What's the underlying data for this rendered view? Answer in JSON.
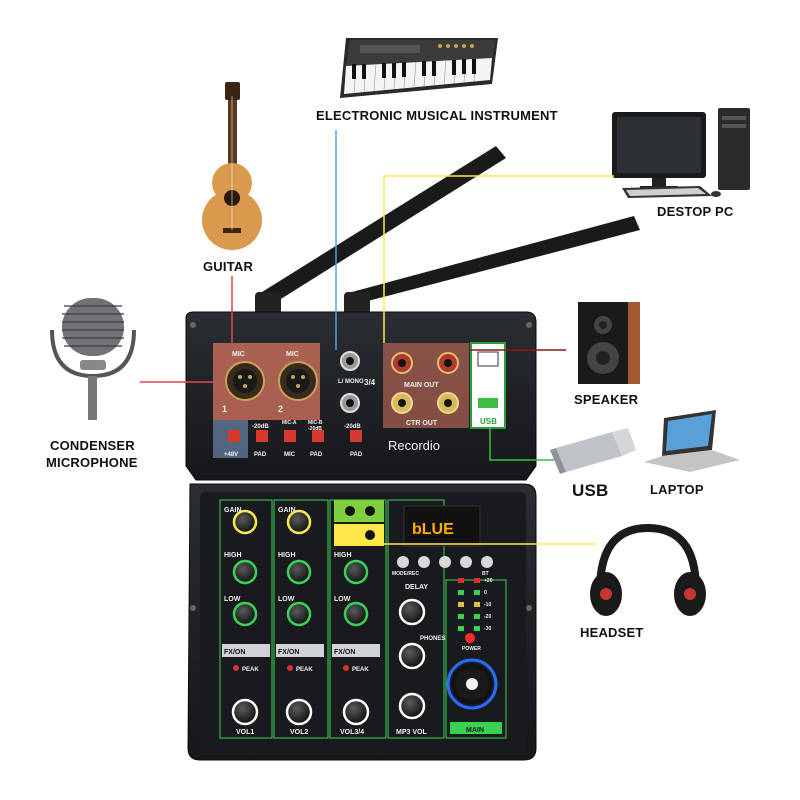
{
  "labels": {
    "instrument": "ELECTRONIC MUSICAL INSTRUMENT",
    "guitar": "GUITAR",
    "desktop_pc": "DESTOP PC",
    "speaker": "SPEAKER",
    "condenser_line1": "CONDENSER",
    "condenser_line2": "MICROPHONE",
    "usb": "USB",
    "laptop": "LAPTOP",
    "headset": "HEADSET"
  },
  "mixer": {
    "brand": "Recordio",
    "display_text": "bLUE",
    "input_1": "MIC",
    "input_2": "MIC",
    "in1_num": "1",
    "in2_num": "2",
    "mono_label": "L/\nMONO",
    "ch34": "3/4",
    "main_out": "MAIN OUT",
    "ctr_out": "CTR OUT",
    "usb_port": "USB",
    "phantom": "+48V",
    "pad_left": "-20dB",
    "pad_right": "-20dB",
    "mic_a": "MIC-A",
    "mic_b": "MIC-B",
    "mic_b_db": "-20dB",
    "btn_pad1": "PAD",
    "btn_mic": "MIC",
    "btn_pad2": "PAD",
    "btn_pad3": "PAD",
    "gain": "GAIN",
    "high": "HIGH",
    "low": "LOW",
    "fxon": "FX/ON",
    "peak": "PEAK",
    "vol1": "VOL1",
    "vol2": "VOL2",
    "vol34": "VOL3/4",
    "mp3vol": "MP3 VOL",
    "mode_rec": "MODE/REC",
    "bt": "BT",
    "delay": "DELAY",
    "phones": "PHONES",
    "power": "POWER",
    "main": "MAIN",
    "meter_levels": [
      "+20",
      "0",
      "-10",
      "-20",
      "-30"
    ]
  },
  "colors": {
    "line_red": "#e0474c",
    "line_blue": "#4aa8d8",
    "line_yellow": "#ffe94a",
    "line_green": "#3fbf3f",
    "line_darkred": "#8b1a1a",
    "knob_green": "#39d353",
    "mixer_body": "#1d1f22"
  }
}
